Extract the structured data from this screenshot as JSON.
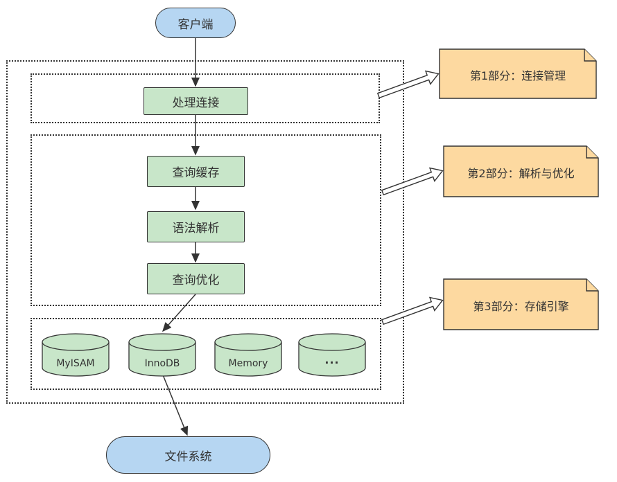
{
  "client": "客户端",
  "filesystem": "文件系统",
  "steps": {
    "connection": "处理连接",
    "cache": "查询缓存",
    "parse": "语法解析",
    "optimize": "查询优化"
  },
  "engines": [
    "MyISAM",
    "InnoDB",
    "Memory",
    "..."
  ],
  "notes": [
    "第1部分：连接管理",
    "第2部分：解析与优化",
    "第3部分：存储引擎"
  ],
  "colors": {
    "terminal_fill": "#b6d6f2",
    "process_fill": "#c8e6c9",
    "note_fill": "#fdd9a0",
    "stroke": "#333333"
  }
}
